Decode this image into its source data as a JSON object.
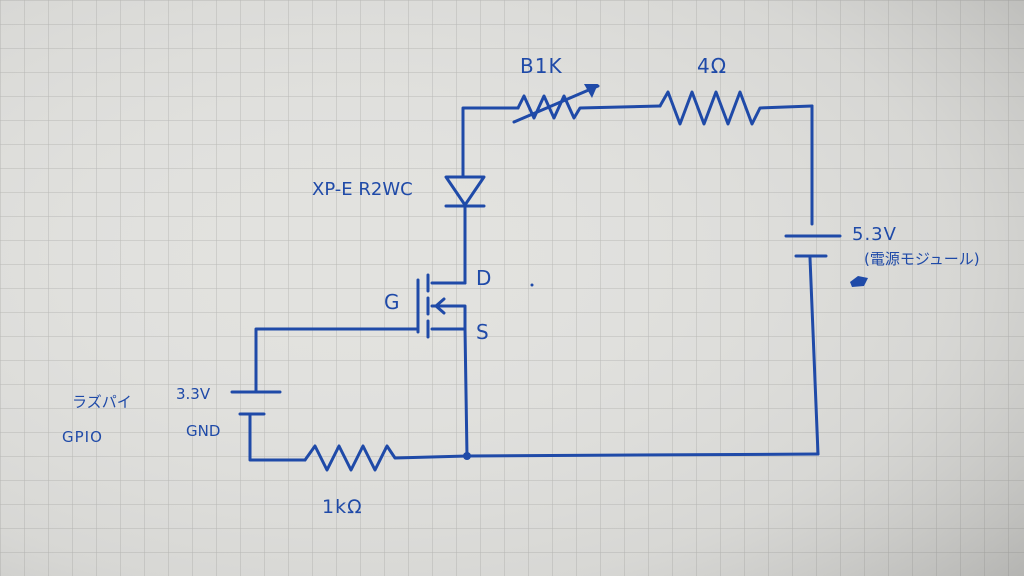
{
  "diagram": {
    "labels": {
      "vr": "B1K",
      "r4": "4Ω",
      "led": "XP-E R2WC",
      "drain": "D",
      "gate": "G",
      "source": "S",
      "v53": "5.3V",
      "psu_note": "(電源モジュール)",
      "raspi": "ラズパイ",
      "gpio": "GPIO",
      "v33": "3.3V",
      "gnd": "GND",
      "r1k": "1kΩ"
    }
  },
  "colors": {
    "ink": "#1f4aa8",
    "paper": "#e2e2df",
    "grid": "#b9b9b6"
  }
}
